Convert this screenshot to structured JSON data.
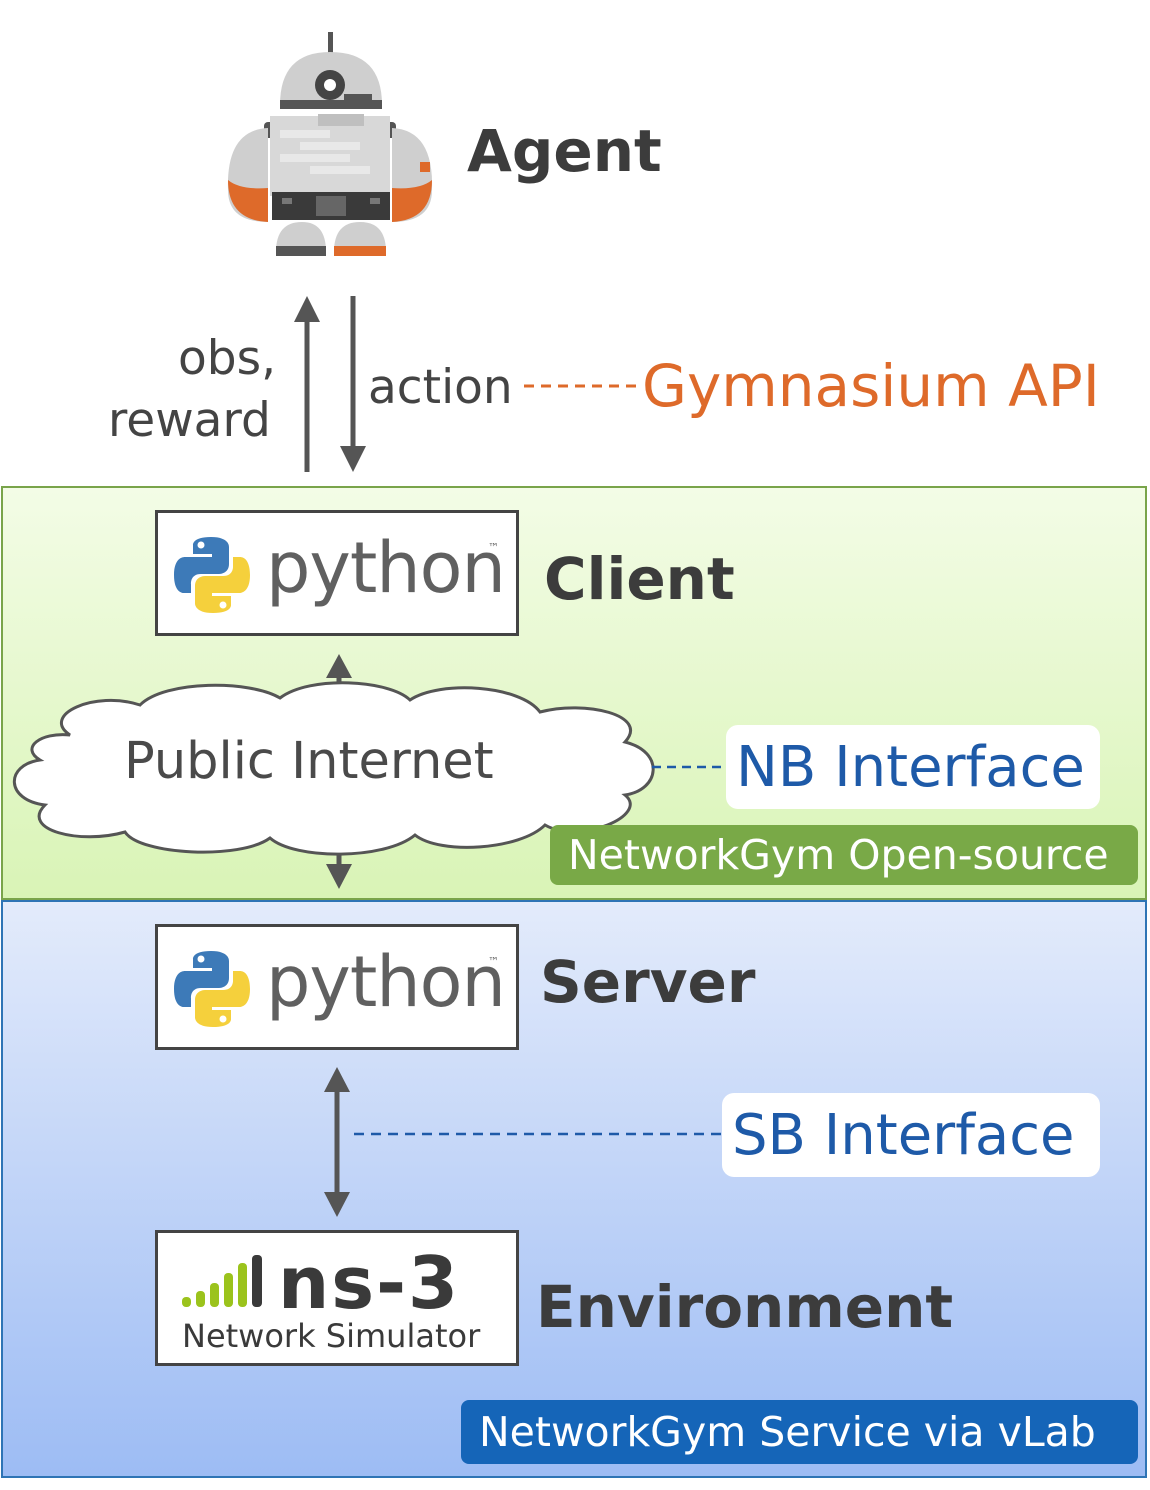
{
  "agent": {
    "label": "Agent"
  },
  "links": {
    "obs_reward_line1": "obs,",
    "obs_reward_line2": "reward",
    "action": "action",
    "gym_api": "Gymnasium API"
  },
  "client": {
    "label": "Client",
    "logo_text": "python",
    "tm": "™"
  },
  "internet": {
    "label": "Public Internet"
  },
  "nb_interface": "NB Interface",
  "open_source_badge": "NetworkGym Open-source",
  "server": {
    "label": "Server",
    "logo_text": "python",
    "tm": "™"
  },
  "sb_interface": "SB Interface",
  "environment": {
    "label": "Environment",
    "ns3_logo": "ns-3",
    "ns3_subtitle": "Network Simulator"
  },
  "service_badge": "NetworkGym Service via vLab",
  "colors": {
    "gym_api": "#de6a2a",
    "interface_text": "#1e5aa8",
    "green_zone_border": "#79a44a",
    "blue_zone_border": "#2e74b5",
    "ns3_green": "#9bc31c"
  }
}
